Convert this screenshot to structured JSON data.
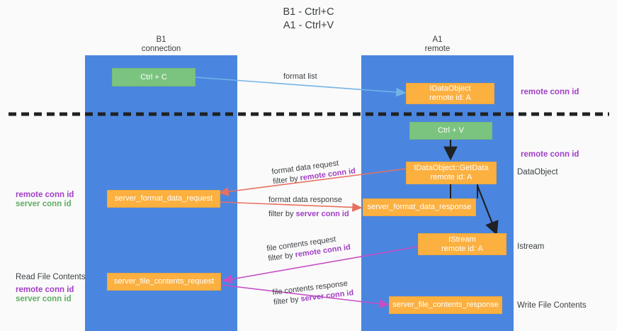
{
  "title": "B1 - Ctrl+C\nA1 - Ctrl+V",
  "columns": [
    {
      "name": "B1",
      "sub": "connection"
    },
    {
      "name": "A1",
      "sub": "remote"
    }
  ],
  "nodes": {
    "ctrl_c": "Ctrl + C",
    "idataobject": "IDataObject\nremote id: A",
    "ctrl_v": "Ctrl + V",
    "getdata": "IDataObject::GetData\nremote id: A",
    "server_format_data_request": "server_format_data_request",
    "server_format_data_response": "server_format_data_response",
    "istream": "IStream\nremote id: A",
    "server_file_contents_request": "server_file_contents_request",
    "server_file_contents_response": "server_file_contents_response"
  },
  "edge_labels": {
    "format_list": "format list",
    "format_data_request": "format data request",
    "format_data_request_filter_prefix": "filter by ",
    "format_data_request_filter_key": "remote conn id",
    "format_data_response": "format data response",
    "format_data_response_filter_prefix": "filter by ",
    "format_data_response_filter_key": "server conn id",
    "file_contents_request": "file contents request",
    "file_contents_request_filter_prefix": "filter by ",
    "file_contents_request_filter_key": "remote conn id",
    "file_contents_response": "file contents response",
    "file_contents_response_filter_prefix": "filter by ",
    "file_contents_response_filter_key": "server conn id"
  },
  "annotations": {
    "right_remote_conn_id_top": "remote conn id",
    "right_remote_conn_id_mid": "remote conn id",
    "right_dataobject": "DataObject",
    "right_istream": "Istream",
    "right_write_file_contents": "Write File Contents",
    "left_remote_conn_id": "remote conn id",
    "left_server_conn_id": "server conn id",
    "left_read_file_contents": "Read File Contents",
    "left_bottom_remote_conn_id": "remote conn id",
    "left_bottom_server_conn_id": "server conn id"
  },
  "colors": {
    "lane": "#4a86df",
    "green_node": "#7bc47f",
    "orange_node": "#fbb040",
    "purple_key": "#a23fc6",
    "green_key": "#5fae63",
    "red_arrow": "#e8705f",
    "blue_arrow": "#73b4e7",
    "magenta_arrow": "#c64ec6",
    "black_arrow": "#202124",
    "background": "#fafafa"
  }
}
